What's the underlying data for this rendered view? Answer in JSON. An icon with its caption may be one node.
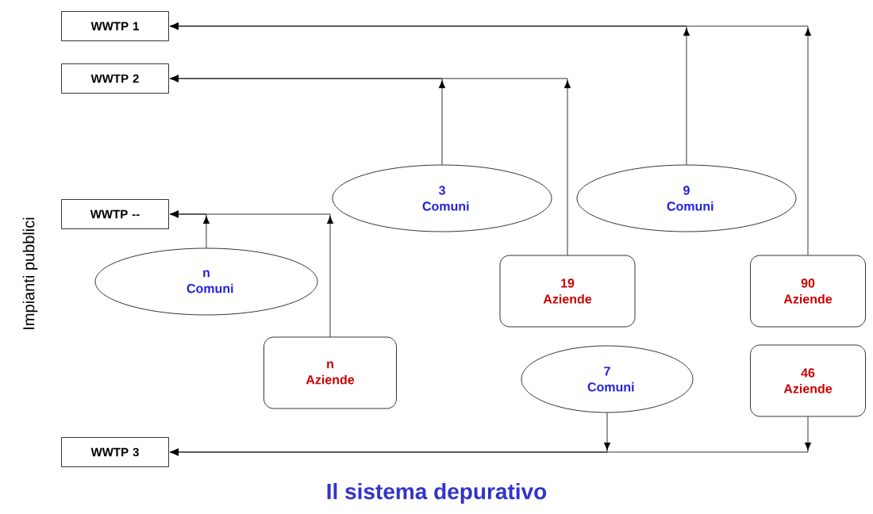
{
  "diagram": {
    "title": "Il sistema depurativo",
    "nodes": [
      {
        "text": [
          "WWTP 1"
        ]
      },
      {
        "text": [
          "WWTP 2"
        ]
      },
      {
        "text": [
          "WWTP --"
        ]
      },
      {
        "text": [
          "WWTP 3"
        ]
      },
      {
        "text": [
          "3 Comuni"
        ]
      },
      {
        "text": [
          "9 Comuni"
        ]
      },
      {
        "text": [
          "n Comuni"
        ]
      },
      {
        "text": [
          "19 Aziende"
        ]
      },
      {
        "text": [
          "90 Aziende"
        ]
      },
      {
        "text": [
          "n Aziende"
        ]
      },
      {
        "text": [
          "7 Comuni"
        ]
      },
      {
        "text": [
          "46 Aziende"
        ]
      }
    ],
    "edges": [
      {
        "from": 5,
        "to": 0,
        "arrow": "to"
      },
      {
        "from": 8,
        "to": 0,
        "arrow": "to"
      },
      {
        "from": 4,
        "to": 1,
        "arrow": "to"
      },
      {
        "from": 7,
        "to": 1,
        "arrow": "to"
      },
      {
        "from": 6,
        "to": 2,
        "arrow": "to"
      },
      {
        "from": 9,
        "to": 2,
        "arrow": "to"
      },
      {
        "from": 10,
        "to": 3,
        "arrow": "to"
      },
      {
        "from": 11,
        "to": 3,
        "arrow": "to"
      }
    ],
    "labels": [
      "Impianti pubblici"
    ]
  }
}
